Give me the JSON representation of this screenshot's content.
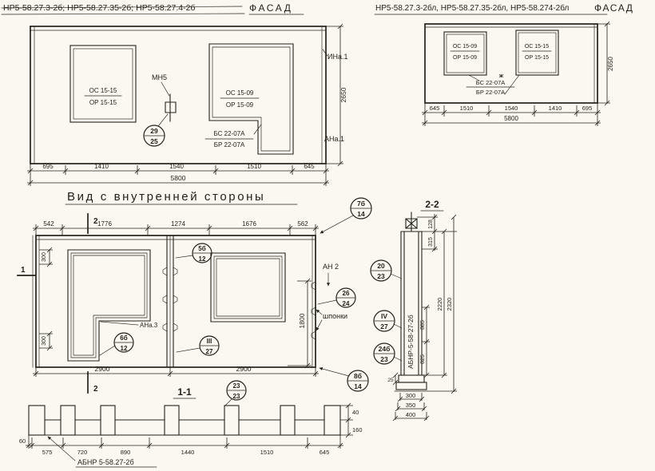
{
  "facade_left": {
    "title": "НР5-58.27.3-2б; НР5-58.27.35-2б; НР5-58.27.4-2б",
    "title_suffix": "ФАСАД",
    "window_left_line1": "ОС 15-15",
    "window_left_line2": "ОР 15-15",
    "window_right_line1": "ОС 15-09",
    "window_right_line2": "ОР 15-09",
    "anchor_mark": "МН5",
    "bubble_num": "29",
    "bubble_sheet": "25",
    "beam_line1": "БС 22-07А",
    "beam_line2": "БР 22-07А",
    "mark_top": "ИНа.1",
    "mark_side": "АНа.1",
    "dims": [
      "695",
      "1410",
      "1540",
      "1510",
      "645"
    ],
    "dim_total": "5800",
    "dim_height": "2650"
  },
  "facade_right": {
    "title": "НР5-58.27.3-2бл, НР5-58.27.35-2бл, НР5-58.274-2бл",
    "title_suffix": "ФАСАД",
    "window_left_line1": "ОС 15-09",
    "window_left_line2": "ОР 15-09",
    "window_right_line1": "ОС 15-15",
    "window_right_line2": "ОР 15-15",
    "beam_mark": "ж",
    "beam_line1": "БС 22-07А",
    "beam_line2": "БР 22-07А",
    "dims": [
      "645",
      "1510",
      "1540",
      "1410",
      "695"
    ],
    "dim_total": "5800",
    "dim_height": "2650"
  },
  "inner_view": {
    "title": "Вид с внутренней стороны",
    "bubble_top_right_num": "7б",
    "bubble_top_right_sheet": "14",
    "dims_top": [
      "542",
      "1776",
      "1274",
      "1676",
      "562"
    ],
    "dims_bottom": [
      "2900",
      "2900"
    ],
    "dim_right": "1800",
    "dim_left_upper": "300",
    "dim_left_lower": "300",
    "section_mark_2": "2",
    "section_mark_1": "1",
    "joint_bubble_num": "5б",
    "joint_bubble_sheet": "12",
    "anchor_mark": "АН 2",
    "bubble_right_num": "26",
    "bubble_right_sheet": "24",
    "keys_label": "шпонки",
    "mark_inner": "АНа.3",
    "bubble_center_num": "III",
    "bubble_center_sheet": "27",
    "bubble_left_num": "6б",
    "bubble_left_sheet": "12",
    "bubble_corner_num": "8б",
    "bubble_corner_sheet": "14"
  },
  "section_11": {
    "title": "1-1",
    "bubble_num": "23",
    "bubble_sheet": "23",
    "dims_bottom": [
      "60",
      "575",
      "720",
      "890",
      "1440",
      "1510",
      "645"
    ],
    "dim_h1": "40",
    "dim_h2": "160",
    "label": "АБНР 5-58.27-2б"
  },
  "section_22": {
    "title": "2-2",
    "dim_128": "128",
    "dim_315": "315",
    "dim_2220": "2220",
    "dim_2320": "2320",
    "dim_885": "885",
    "dim_825": "825",
    "dim_25": "25",
    "dims_bottom": [
      "300",
      "350",
      "400"
    ],
    "label_vertical": "АБНР-5-58-27-2б",
    "bubble1_num": "20",
    "bubble1_sheet": "23",
    "bubble2_num": "IV",
    "bubble2_sheet": "27",
    "bubble3_num": "24б",
    "bubble3_sheet": "23"
  }
}
